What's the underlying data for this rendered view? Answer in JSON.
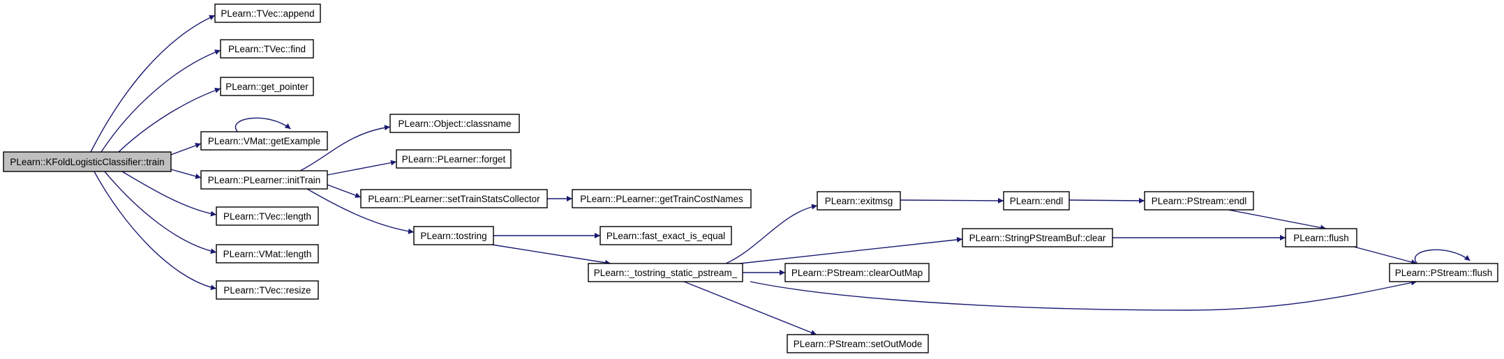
{
  "diagram": {
    "type": "call-graph",
    "colors": {
      "edge": "#191970",
      "node_border": "#000000",
      "root_fill": "#bfbfbf",
      "node_fill": "#ffffff"
    },
    "nodes": [
      {
        "id": "train",
        "label": "PLearn::KFoldLogisticClassifier::train",
        "root": true
      },
      {
        "id": "tvec_append",
        "label": "PLearn::TVec::append"
      },
      {
        "id": "tvec_find",
        "label": "PLearn::TVec::find"
      },
      {
        "id": "get_pointer",
        "label": "PLearn::get_pointer"
      },
      {
        "id": "vmat_getExample",
        "label": "PLearn::VMat::getExample"
      },
      {
        "id": "initTrain",
        "label": "PLearn::PLearner::initTrain"
      },
      {
        "id": "tvec_length",
        "label": "PLearn::TVec::length"
      },
      {
        "id": "vmat_length",
        "label": "PLearn::VMat::length"
      },
      {
        "id": "tvec_resize",
        "label": "PLearn::TVec::resize"
      },
      {
        "id": "classname",
        "label": "PLearn::Object::classname"
      },
      {
        "id": "forget",
        "label": "PLearn::PLearner::forget"
      },
      {
        "id": "setTrainStats",
        "label": "PLearn::PLearner::setTrainStatsCollector"
      },
      {
        "id": "getTrainCostNames",
        "label": "PLearn::PLearner::getTrainCostNames"
      },
      {
        "id": "tostring",
        "label": "PLearn::tostring"
      },
      {
        "id": "fast_exact",
        "label": "PLearn::fast_exact_is_equal"
      },
      {
        "id": "tostring_static",
        "label": "PLearn::_tostring_static_pstream_"
      },
      {
        "id": "exitmsg",
        "label": "PLearn::exitmsg"
      },
      {
        "id": "endl",
        "label": "PLearn::endl"
      },
      {
        "id": "pstream_endl",
        "label": "PLearn::PStream::endl"
      },
      {
        "id": "sbuf_clear",
        "label": "PLearn::StringPStreamBuf::clear"
      },
      {
        "id": "flush",
        "label": "PLearn::flush"
      },
      {
        "id": "clearOutMap",
        "label": "PLearn::PStream::clearOutMap"
      },
      {
        "id": "pstream_flush",
        "label": "PLearn::PStream::flush"
      },
      {
        "id": "setOutMode",
        "label": "PLearn::PStream::setOutMode"
      }
    ],
    "edges": [
      {
        "from": "train",
        "to": "tvec_append"
      },
      {
        "from": "train",
        "to": "tvec_find"
      },
      {
        "from": "train",
        "to": "get_pointer"
      },
      {
        "from": "train",
        "to": "vmat_getExample"
      },
      {
        "from": "train",
        "to": "initTrain"
      },
      {
        "from": "train",
        "to": "tvec_length"
      },
      {
        "from": "train",
        "to": "vmat_length"
      },
      {
        "from": "train",
        "to": "tvec_resize"
      },
      {
        "from": "vmat_getExample",
        "to": "vmat_getExample"
      },
      {
        "from": "initTrain",
        "to": "classname"
      },
      {
        "from": "initTrain",
        "to": "forget"
      },
      {
        "from": "initTrain",
        "to": "setTrainStats"
      },
      {
        "from": "initTrain",
        "to": "tostring"
      },
      {
        "from": "setTrainStats",
        "to": "getTrainCostNames"
      },
      {
        "from": "tostring",
        "to": "fast_exact"
      },
      {
        "from": "tostring",
        "to": "tostring_static"
      },
      {
        "from": "tostring_static",
        "to": "exitmsg"
      },
      {
        "from": "tostring_static",
        "to": "sbuf_clear"
      },
      {
        "from": "tostring_static",
        "to": "clearOutMap"
      },
      {
        "from": "tostring_static",
        "to": "pstream_flush"
      },
      {
        "from": "tostring_static",
        "to": "setOutMode"
      },
      {
        "from": "exitmsg",
        "to": "endl"
      },
      {
        "from": "endl",
        "to": "pstream_endl"
      },
      {
        "from": "pstream_endl",
        "to": "flush"
      },
      {
        "from": "sbuf_clear",
        "to": "flush"
      },
      {
        "from": "flush",
        "to": "pstream_flush"
      },
      {
        "from": "pstream_flush",
        "to": "pstream_flush"
      }
    ]
  }
}
